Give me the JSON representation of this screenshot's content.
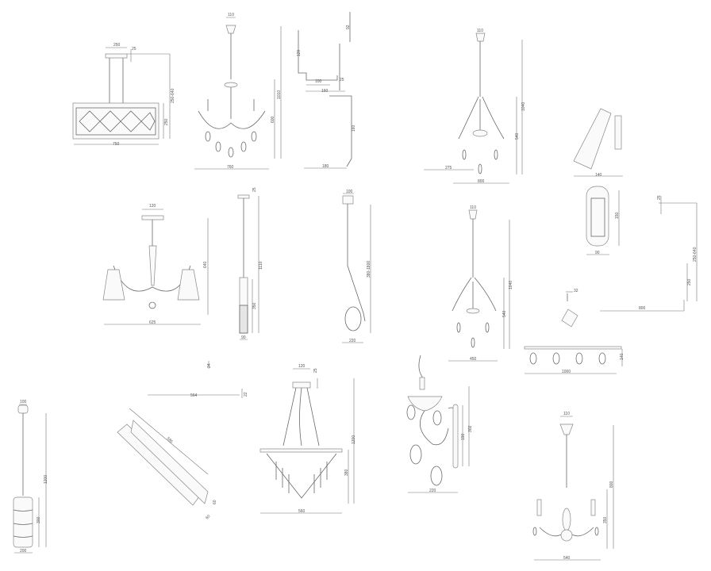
{
  "drawings": [
    {
      "name": "rectangular-chandelier",
      "dims": [
        "250",
        "25",
        "250-640",
        "250",
        "750"
      ]
    },
    {
      "name": "crystal-chandelier-5-arm",
      "dims": [
        "110",
        "1010",
        "600",
        "760"
      ]
    },
    {
      "name": "profile-section",
      "dims": [
        "92",
        "120",
        "100",
        "25",
        "160",
        "160",
        "180"
      ]
    },
    {
      "name": "crystal-chandelier-6-arm",
      "dims": [
        "110",
        "1040",
        "540",
        "275",
        "800"
      ]
    },
    {
      "name": "wall-spot",
      "dims": [
        "140"
      ]
    },
    {
      "name": "chandelier-shades",
      "dims": [
        "120",
        "640",
        "625"
      ]
    },
    {
      "name": "pendant-cylinder",
      "dims": [
        "25",
        "1110",
        "350",
        "90"
      ]
    },
    {
      "name": "pendant-globe",
      "dims": [
        "100",
        "380-1800",
        "220"
      ]
    },
    {
      "name": "crystal-chandelier-small",
      "dims": [
        "110",
        "1040",
        "540",
        "450"
      ]
    },
    {
      "name": "spot-cylinder",
      "dims": [
        "150",
        "90"
      ]
    },
    {
      "name": "track-profile",
      "dims": [
        "25",
        "250-640",
        "250",
        "800"
      ]
    },
    {
      "name": "mini-spot",
      "dims": [
        "32"
      ]
    },
    {
      "name": "spot-bar-4",
      "dims": [
        "140",
        "1000"
      ]
    },
    {
      "name": "pendant-striped",
      "dims": [
        "100",
        "1200",
        "300",
        "200"
      ]
    },
    {
      "name": "tube-wall-light",
      "dims": [
        "24",
        "564",
        "22",
        "585",
        "60",
        "60"
      ]
    },
    {
      "name": "crystal-fringe-chandelier",
      "dims": [
        "120",
        "25",
        "1200",
        "380",
        "560"
      ]
    },
    {
      "name": "wall-sconce-crystal",
      "dims": [
        "302",
        "190",
        "220"
      ]
    },
    {
      "name": "chandelier-3-arm",
      "dims": [
        "110",
        "800",
        "350",
        "540"
      ]
    }
  ]
}
